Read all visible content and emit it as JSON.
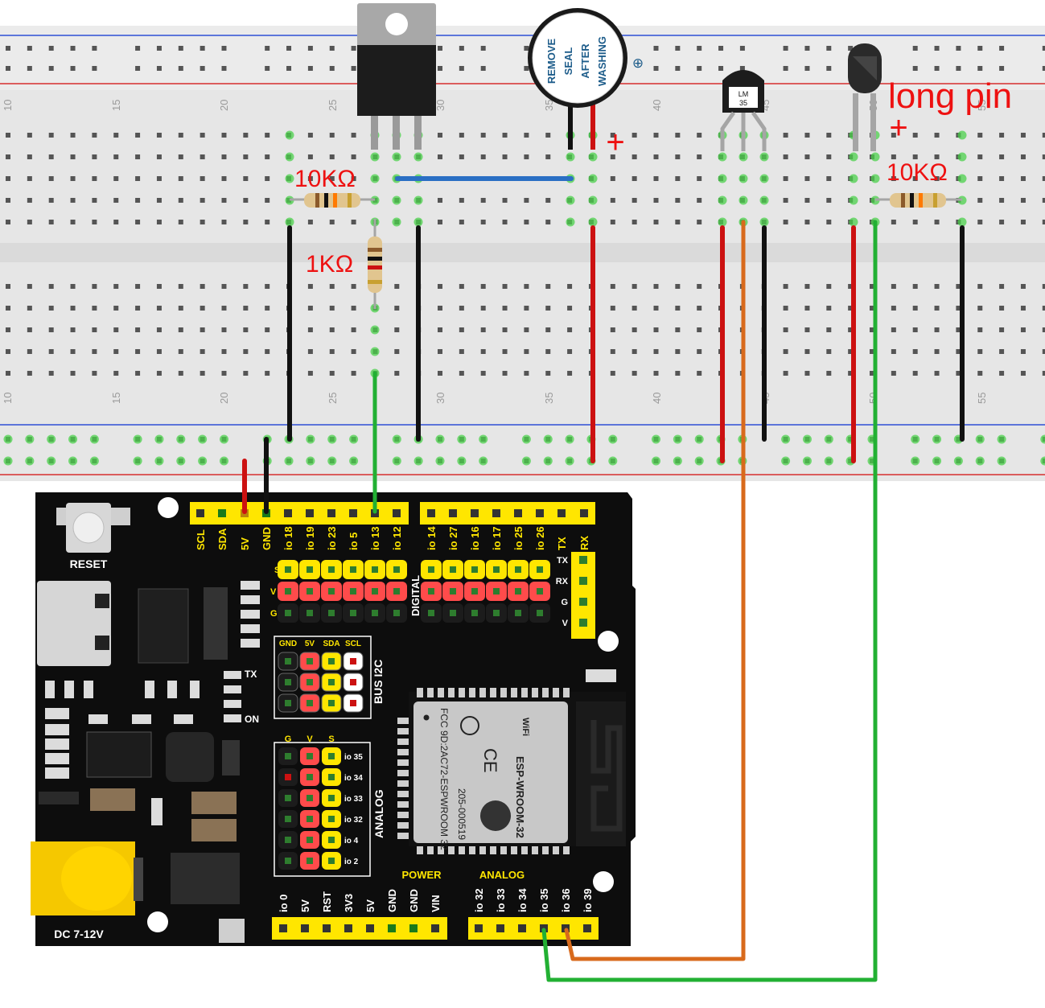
{
  "labels": {
    "long_pin": "long pin",
    "plus_buzzer": "+",
    "plus_photo": "+",
    "r10k_left": "10KΩ",
    "r10k_right": "10KΩ",
    "r1k": "1KΩ",
    "lm35_line1": "LM",
    "lm35_line2": "35"
  },
  "buzzer": {
    "line1": "REMOVE",
    "line2": "SEAL",
    "line3": "AFTER",
    "line4": "WASHING",
    "symbol": "⊕"
  },
  "breadboard": {
    "columns_top": [
      "10",
      "15",
      "20",
      "25",
      "30",
      "35",
      "40",
      "45",
      "50",
      "55"
    ],
    "columns_bottom": [
      "10",
      "15",
      "20",
      "25",
      "30",
      "35",
      "40",
      "45",
      "50",
      "55"
    ]
  },
  "board": {
    "reset_label": "RESET",
    "dc_label": "DC 7-12V",
    "tx_label": "TX",
    "on_label": "ON",
    "digital_label": "DIGITAL",
    "analog_side_label": "ANALOG",
    "bus_label": "BUS I2C",
    "power_label": "POWER",
    "analog_label": "ANALOG",
    "header_left": [
      "SCL",
      "SDA",
      "5V",
      "GND",
      "io 18",
      "io 19",
      "io 23",
      "io 5",
      "io 13",
      "io 12"
    ],
    "header_right": [
      "io 14",
      "io 27",
      "io 16",
      "io 17",
      "io 25",
      "io 26",
      "TX",
      "RX"
    ],
    "svg_rows": [
      "S",
      "V",
      "G"
    ],
    "uart_pins": [
      "TX",
      "RX",
      "G",
      "V"
    ],
    "i2c_heads": [
      "GND",
      "5V",
      "SDA",
      "SCL"
    ],
    "analog_heads": [
      "G",
      "V",
      "S"
    ],
    "analog_pins": [
      "io 35",
      "io 34",
      "io 33",
      "io 32",
      "io 4",
      "io 2"
    ],
    "power_pins": [
      "io 0",
      "5V",
      "RST",
      "3V3",
      "5V",
      "GND",
      "GND",
      "VIN"
    ],
    "analog_bottom": [
      "io 32",
      "io 33",
      "io 34",
      "io 35",
      "io 36",
      "io 39"
    ],
    "module_name": "ESP-WROOM-32",
    "module_fcc": "FCC 9D:2AC72-ESPWROOM 32",
    "module_cert": "205-000519",
    "module_wifi": "WiFi",
    "module_ce": "CE"
  },
  "colors": {
    "red_wire": "#cc1111",
    "black_wire": "#111111",
    "green_wire": "#22b033",
    "orange_wire": "#d86a1c",
    "blue_wire": "#2a6fc4",
    "board": "#0d0d0d",
    "header_yellow": "#ffe600",
    "label_red": "#ee1111"
  }
}
